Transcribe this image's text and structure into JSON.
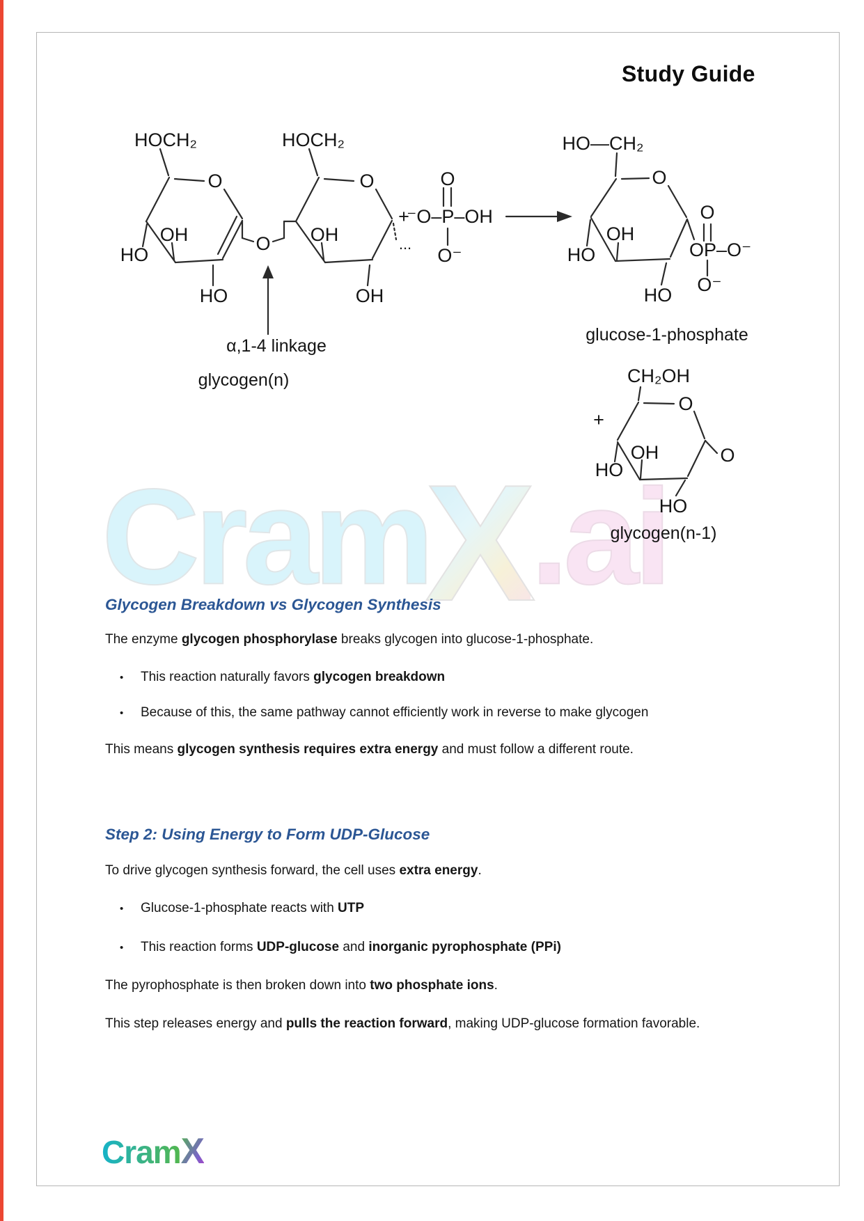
{
  "header": {
    "title": "Study Guide"
  },
  "chem": {
    "hoch2": "HOCH₂",
    "ho_ch2": "HO—CH₂",
    "ch2oh": "CH₂OH",
    "o": "O",
    "oh": "OH",
    "ho": "HO",
    "o_minus": "O⁻",
    "plus": "+",
    "phosphate_row": "⁻O–P–OH",
    "op_o": "OP–O⁻",
    "dots": "...",
    "alpha_linkage": "α,1-4 linkage",
    "glycogen_n": "glycogen(n)",
    "glucose_1_phosphate": "glucose-1-phosphate",
    "glycogen_n1": "glycogen(n-1)"
  },
  "watermark": {
    "cram": "Cram",
    "x": "X",
    "ai": ".ai"
  },
  "sections": {
    "heading1": "Glycogen Breakdown vs Glycogen Synthesis",
    "p1": [
      {
        "t": "The enzyme ",
        "b": false
      },
      {
        "t": "glycogen phosphorylase",
        "b": true
      },
      {
        "t": " breaks glycogen into glucose-1-phosphate.",
        "b": false
      }
    ],
    "bullet1": [
      {
        "t": "This reaction naturally favors ",
        "b": false
      },
      {
        "t": "glycogen breakdown",
        "b": true
      }
    ],
    "bullet2": [
      {
        "t": "Because of this, the same pathway cannot efficiently work in reverse to make glycogen",
        "b": false
      }
    ],
    "p2": [
      {
        "t": "This means ",
        "b": false
      },
      {
        "t": "glycogen synthesis requires extra energy",
        "b": true
      },
      {
        "t": " and must follow a different route.",
        "b": false
      }
    ],
    "heading2": "Step 2: Using Energy to Form UDP-Glucose",
    "p3": [
      {
        "t": "To drive glycogen synthesis forward, the cell uses ",
        "b": false
      },
      {
        "t": "extra energy",
        "b": true
      },
      {
        "t": ".",
        "b": false
      }
    ],
    "bullet3": [
      {
        "t": "Glucose-1-phosphate reacts with ",
        "b": false
      },
      {
        "t": "UTP",
        "b": true
      }
    ],
    "bullet4": [
      {
        "t": "This reaction forms ",
        "b": false
      },
      {
        "t": "UDP-glucose",
        "b": true
      },
      {
        "t": " and ",
        "b": false
      },
      {
        "t": "inorganic pyrophosphate (PPi)",
        "b": true
      }
    ],
    "p4": [
      {
        "t": "The pyrophosphate is then broken down into ",
        "b": false
      },
      {
        "t": "two phosphate ions",
        "b": true
      },
      {
        "t": ".",
        "b": false
      }
    ],
    "p5": [
      {
        "t": "This step releases energy and ",
        "b": false
      },
      {
        "t": "pulls the reaction forward",
        "b": true
      },
      {
        "t": ", making UDP-glucose formation favorable.",
        "b": false
      }
    ],
    "bullet_glyph": "•"
  },
  "footer": {
    "logo_cram": "Cram",
    "logo_x": "X"
  }
}
